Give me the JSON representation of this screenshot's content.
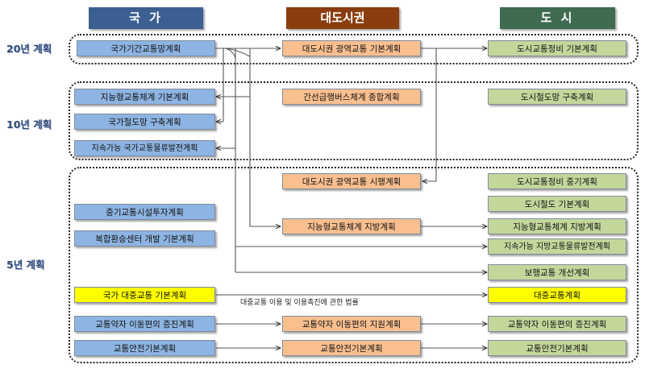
{
  "headers": {
    "national": "국 가",
    "metro": "대도시권",
    "city": "도 시"
  },
  "groups": {
    "g20": "20년 계획",
    "g10": "10년 계획",
    "g5": "5년 계획"
  },
  "national": {
    "n1": "국가기간교통망계획",
    "n2": "지능형교통체계 기본계획",
    "n3": "국가철도망 구축계획",
    "n4": "지속가능 국가교통물류발전계획",
    "n5": "중기교통시설투자계획",
    "n6": "복합환승센터 개발 기본계획",
    "n7": "국가 대중교통 기본계획",
    "n8": "교통약자 이동편의 증진계획",
    "n9": "교통안전기본계획"
  },
  "metro": {
    "m1": "대도시권 광역교통 기본계획",
    "m2": "간선급행버스체계 종합계획",
    "m3": "대도시권 광역교통 시행계획",
    "m4": "지능형교통체계 지방계획",
    "m5": "교통약자 이동편의 지원계획",
    "m6": "교통안전기본계획"
  },
  "city": {
    "c1": "도시교통정비 기본계획",
    "c2": "도시철도망 구축계획",
    "c3": "도시교통정비 중기계획",
    "c4": "도시철도 기본계획",
    "c5": "지능형교통체계 지방계획",
    "c6": "지속가능 지방교통물류발전계획",
    "c7": "보행교통 개선계획",
    "c8": "대중교통계획",
    "c9": "교통약자 이동편의 증진계획",
    "c10": "교통안전기본계획"
  },
  "law_label": "대중교통 이용 및 이용촉진에 관한 법률",
  "colors": {
    "national_header": "#3b5f91",
    "metro_header": "#8a3d0f",
    "city_header": "#3f6b50",
    "national_box": "#8db4e2",
    "metro_box": "#fabf8f",
    "city_box": "#c4d79b",
    "highlight_box": "#ffff00",
    "group_label": "#2f4b7a"
  }
}
